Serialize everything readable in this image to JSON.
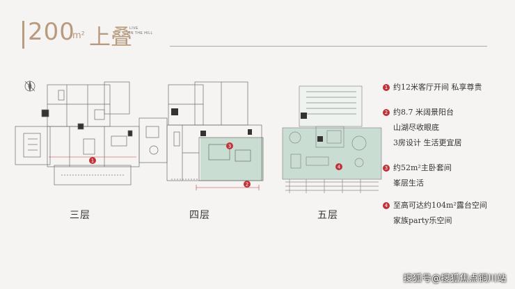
{
  "header": {
    "area_number": "200",
    "area_unit": "m²",
    "title_cn": "上叠",
    "brand_line1": "LIVE",
    "brand_line2": "IN THE HILL"
  },
  "floors": [
    {
      "label": "三层"
    },
    {
      "label": "四层"
    },
    {
      "label": "五层"
    }
  ],
  "markers": [
    "1",
    "2",
    "3",
    "4"
  ],
  "features": [
    {
      "num": "1",
      "lines": [
        "约12米客厅开间 私享尊贵"
      ]
    },
    {
      "num": "2",
      "lines": [
        "约8.7 米阔景阳台",
        "山湖尽收眼底",
        "3房设计 生活更宜居"
      ]
    },
    {
      "num": "3",
      "lines": [
        "约52m²主卧套间",
        "峯层生活"
      ]
    },
    {
      "num": "4",
      "lines": [
        "至高可达约104m²露台空间",
        "家族party乐空间"
      ]
    }
  ],
  "watermark": "搜狐号@搜狐焦点铜川站",
  "colors": {
    "accent": "#b89a7e",
    "marker": "#c0323a",
    "highlight": "#c9ddd2",
    "line": "#777777"
  }
}
